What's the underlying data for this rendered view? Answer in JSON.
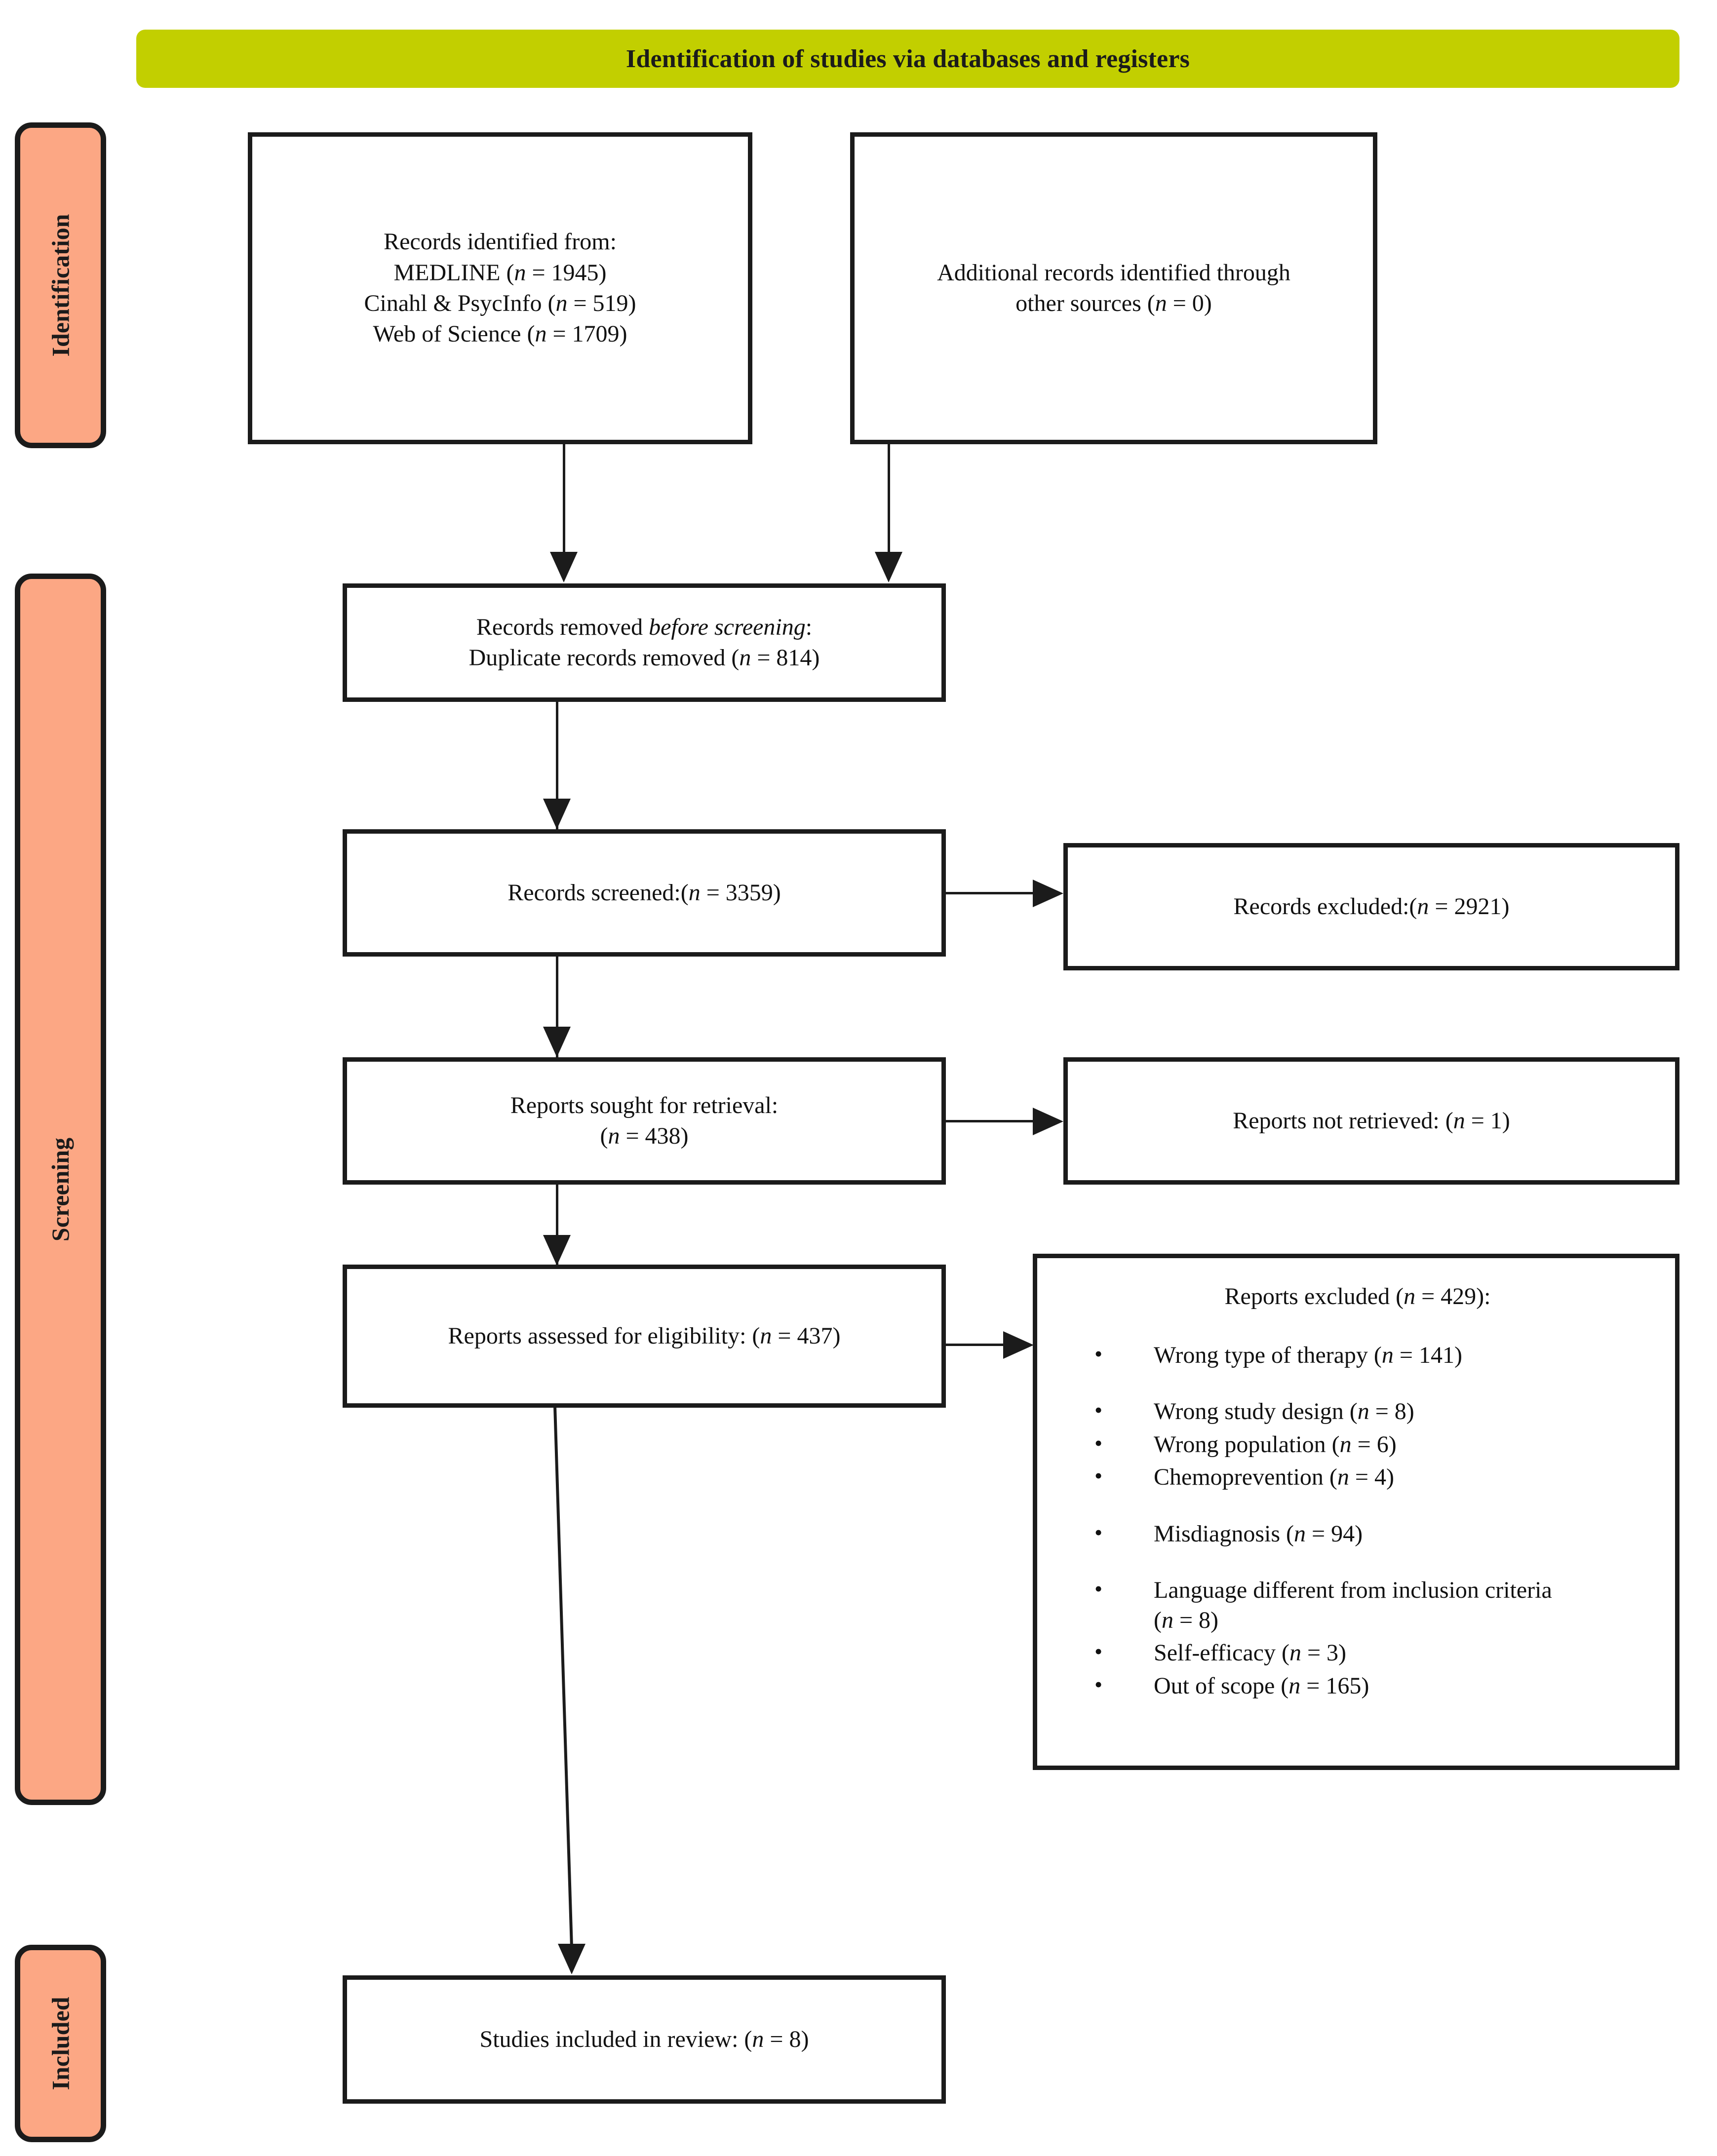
{
  "banner": {
    "title": "Identification of studies via databases and registers",
    "color": "#C2CF00"
  },
  "stages": {
    "identification": "Identification",
    "screening": "Screening",
    "included": "Included",
    "color": "#FCA784"
  },
  "boxes": {
    "identified": {
      "line1": "Records identified from:",
      "line2_label": "MEDLINE (",
      "line2_n": "n",
      "line2_value": " = 1945)",
      "line3_label": "Cinahl & PsycInfo (",
      "line3_value": " = 519)",
      "line4_label": "Web of Science (",
      "line4_value": " = 1709)"
    },
    "additional": {
      "line1": "Additional records identified through",
      "line2_label": "other sources (",
      "line2_value": " = 0)"
    },
    "removed": {
      "line1_a": "Records removed ",
      "line1_italic": "before screening",
      "line1_b": ":",
      "line2_label": "Duplicate records removed (",
      "line2_value": " = 814)"
    },
    "screened": {
      "label": "Records screened:(",
      "value": " = 3359)"
    },
    "excluded": {
      "label": "Records excluded:(",
      "value": " = 2921)"
    },
    "sought": {
      "line1": "Reports sought for retrieval:",
      "line2_label": "(",
      "line2_value": " = 438)"
    },
    "not_retrieved": {
      "label": "Reports not retrieved: (",
      "value": " = 1)"
    },
    "assessed": {
      "label": "Reports assessed for eligibility: (",
      "value": " = 437)"
    },
    "included": {
      "label": "Studies included in review: (",
      "value": " = 8)"
    }
  },
  "reports_excluded": {
    "title_label": "Reports excluded (",
    "title_value": " = 429):",
    "items": [
      {
        "label": "Wrong type of therapy (",
        "value": " = 141)"
      },
      {
        "label": "Wrong study design (",
        "value": " = 8)"
      },
      {
        "label": "Wrong population (",
        "value": " = 6)"
      },
      {
        "label": "Chemoprevention (",
        "value": " = 4)"
      },
      {
        "label": "Misdiagnosis (",
        "value": " = 94)"
      },
      {
        "label": "Language different from inclusion criteria",
        "value": "",
        "wrap_label": "(",
        "wrap_value": " = 8)"
      },
      {
        "label": "Self-efficacy (",
        "value": " = 3)"
      },
      {
        "label": "Out of scope (",
        "value": " = 165)"
      }
    ]
  },
  "symbols": {
    "n_italic": "n",
    "bullet": "•"
  }
}
